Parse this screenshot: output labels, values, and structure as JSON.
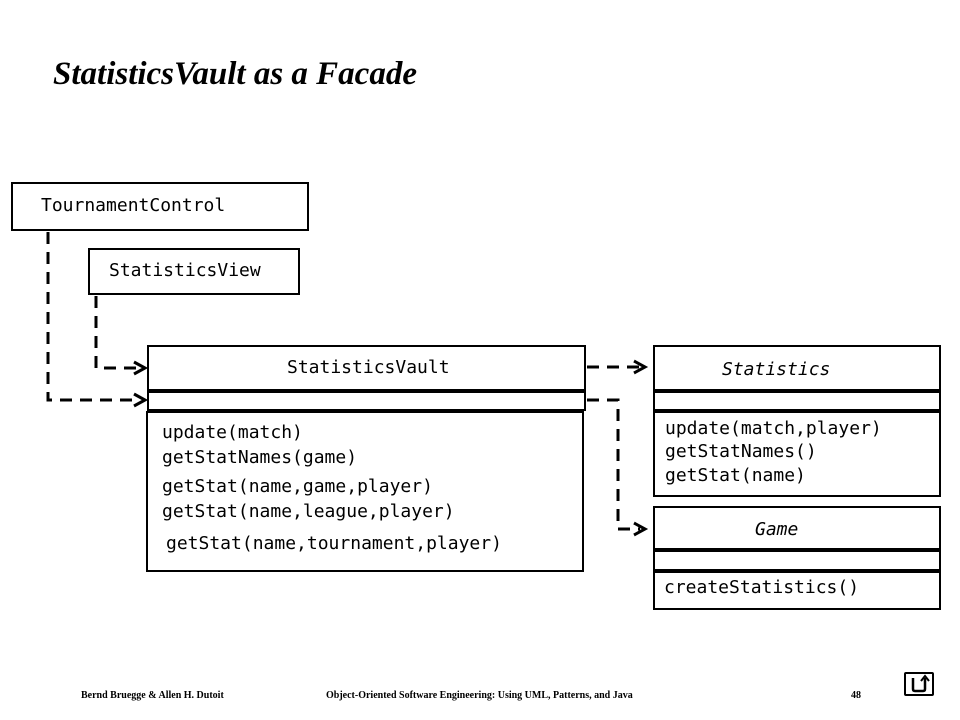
{
  "slide": {
    "title": "StatisticsVault as a Facade"
  },
  "classes": {
    "tournament_control": {
      "name": "TournamentControl"
    },
    "statistics_view": {
      "name": "StatisticsView"
    },
    "statistics_vault": {
      "name": "StatisticsVault",
      "operations": [
        "update(match)",
        "getStatNames(game)",
        "getStat(name,game,player)",
        "getStat(name,league,player)",
        "getStat(name,tournament,player)"
      ]
    },
    "statistics": {
      "name": "Statistics",
      "operations": [
        "update(match,player)",
        "getStatNames()",
        "getStat(name)"
      ]
    },
    "game": {
      "name": "Game",
      "operations": [
        "createStatistics()"
      ]
    }
  },
  "footer": {
    "authors": "Bernd Bruegge & Allen H. Dutoit",
    "book": "Object-Oriented Software Engineering: Using UML, Patterns, and Java",
    "page": "48"
  },
  "nav": {
    "icon": "return-arrow-icon"
  }
}
